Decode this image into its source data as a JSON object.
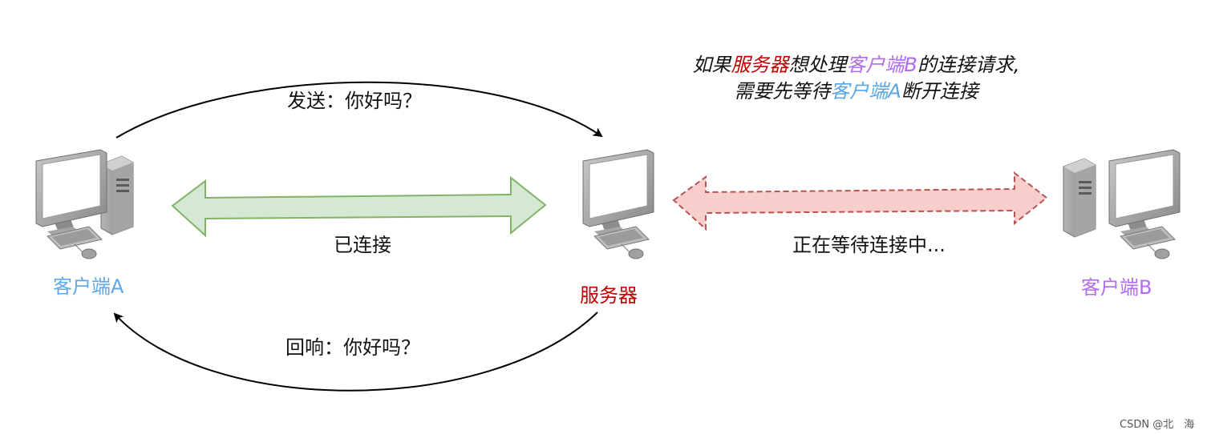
{
  "nodes": {
    "client_a": {
      "label": "客户端A",
      "color": "#5fa7e8"
    },
    "server": {
      "label": "服务器",
      "color": "#c00000"
    },
    "client_b": {
      "label": "客户端B",
      "color": "#b06cf0"
    }
  },
  "edges": {
    "send": "发送：你好吗？",
    "reply": "回响：你好吗？",
    "connected": "已连接",
    "waiting": "正在等待连接中..."
  },
  "note": {
    "line1": [
      "如果",
      "服务器",
      "想处理",
      "客户端B",
      "的连接请求,"
    ],
    "line2": [
      "需要先等待",
      "客户端A",
      "断开连接"
    ]
  },
  "colors": {
    "connected_fill": "#d5e8d4",
    "connected_stroke": "#82b366",
    "waiting_fill": "#f8cecc",
    "waiting_stroke": "#b85450"
  },
  "watermark": "CSDN @北　海"
}
